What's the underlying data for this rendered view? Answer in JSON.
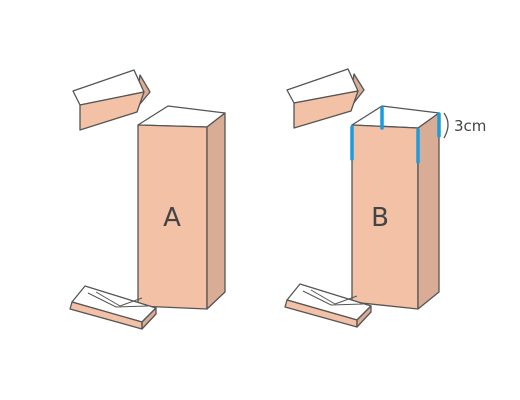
{
  "figure": {
    "boxes": [
      {
        "label": "A",
        "cuts_marked": false
      },
      {
        "label": "B",
        "cuts_marked": true
      }
    ],
    "dimension_label": "3cm"
  },
  "colors": {
    "box_front": "#F2C1A6",
    "box_side": "#D9AC96",
    "box_top": "#FFFFFF",
    "outline": "#555555",
    "cut_marks": "#1E9BDB",
    "text": "#444444"
  },
  "icons": [
    "lid-piece",
    "flat-base-piece",
    "cut-mark",
    "dimension-bracket"
  ]
}
